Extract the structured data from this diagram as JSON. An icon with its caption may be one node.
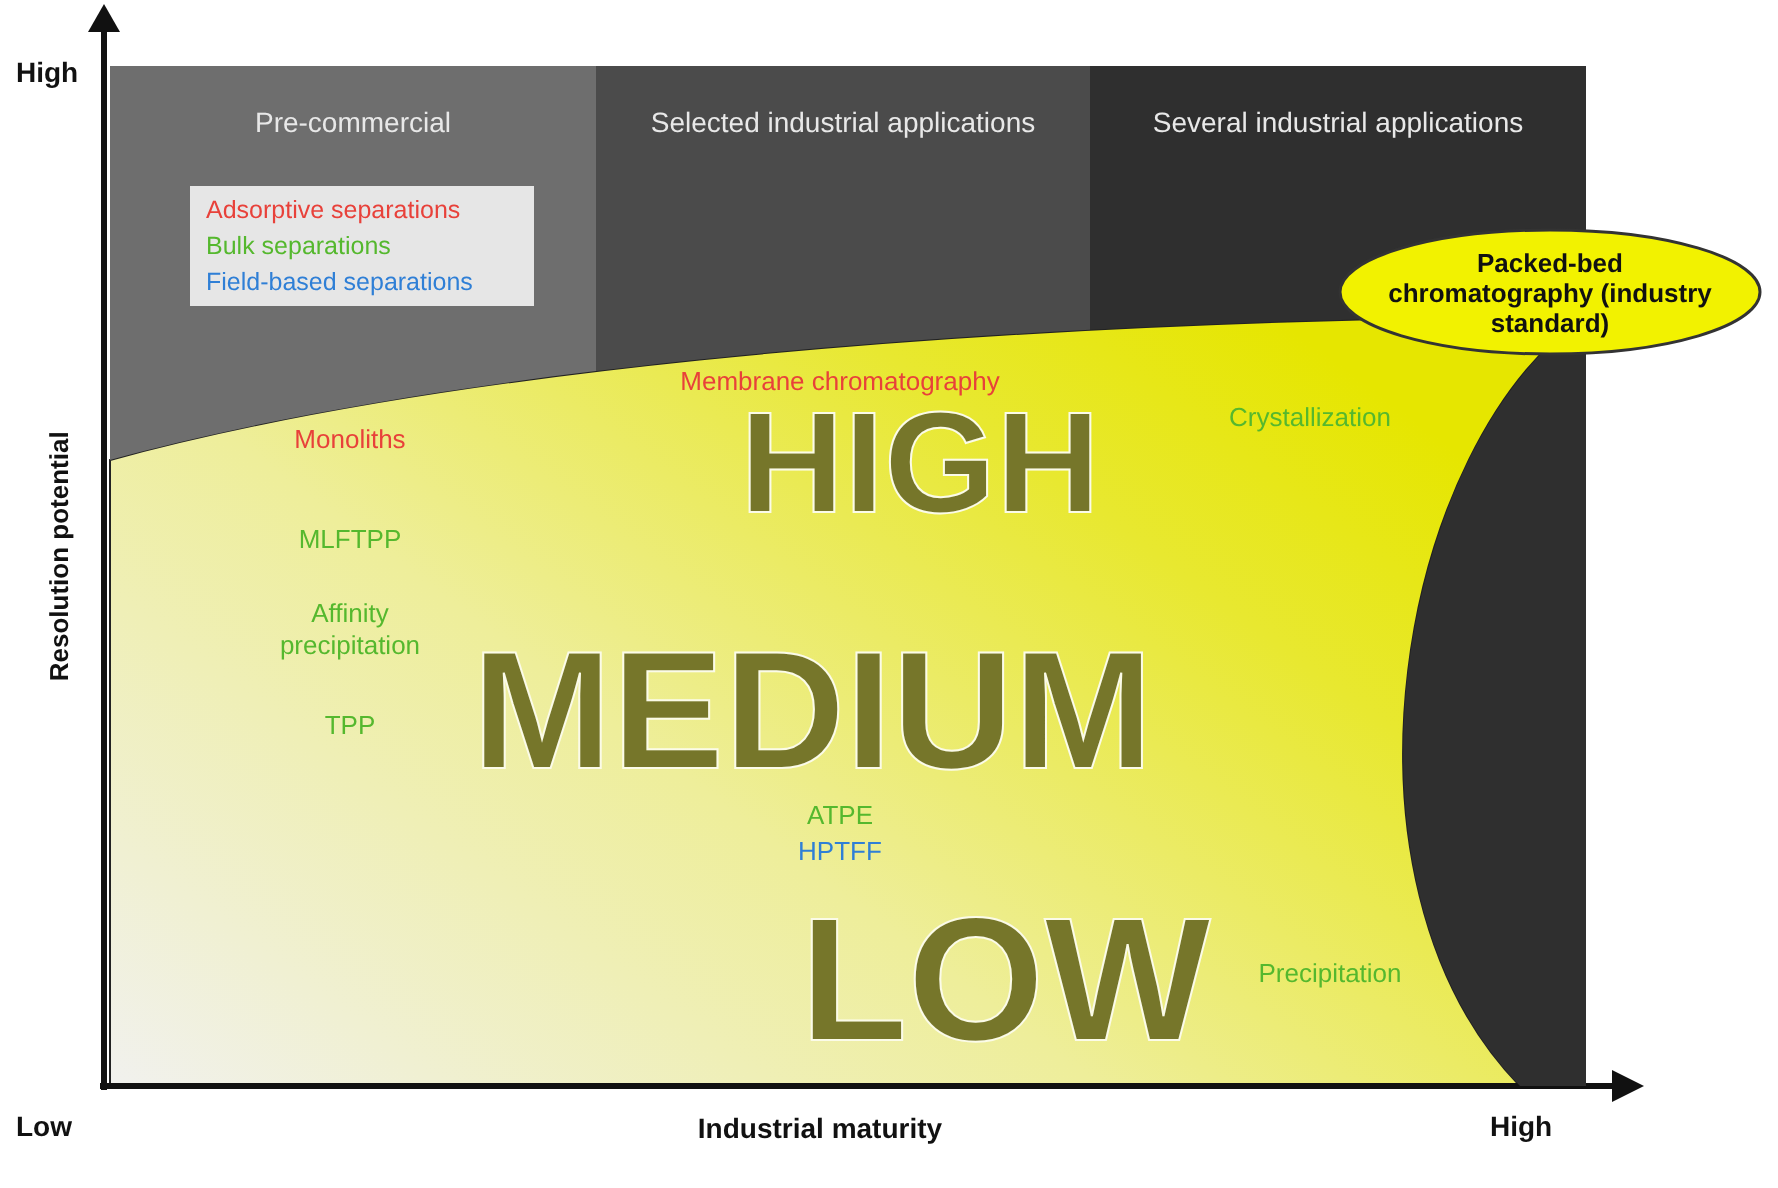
{
  "diagram": {
    "nodes": [
      {
        "text": [
          "Pre-commercial"
        ]
      },
      {
        "text": [
          "Selected industrial applications"
        ]
      },
      {
        "text": [
          "Several industrial applications"
        ]
      },
      {
        "text": [
          "Packed-bed chromatography (industry standard)"
        ]
      }
    ],
    "labels": [
      "High",
      "Resolution potential",
      "Monoliths",
      "Membrane chromatography",
      "Crystallization",
      "HIGH",
      "MLFTPP",
      "Affinity precipitation",
      "MEDIUM",
      "TPP",
      "ATPE",
      "HPTFF",
      "LOW",
      "Precipitation",
      "Low",
      "Industrial maturity",
      "High"
    ],
    "legend": [
      {
        "text": "Adsorptive separations",
        "color": "#e8413a"
      },
      {
        "text": "Bulk separations",
        "color": "#55b82e"
      },
      {
        "text": "Field-based separations",
        "color": "#2f7fd6"
      }
    ]
  }
}
